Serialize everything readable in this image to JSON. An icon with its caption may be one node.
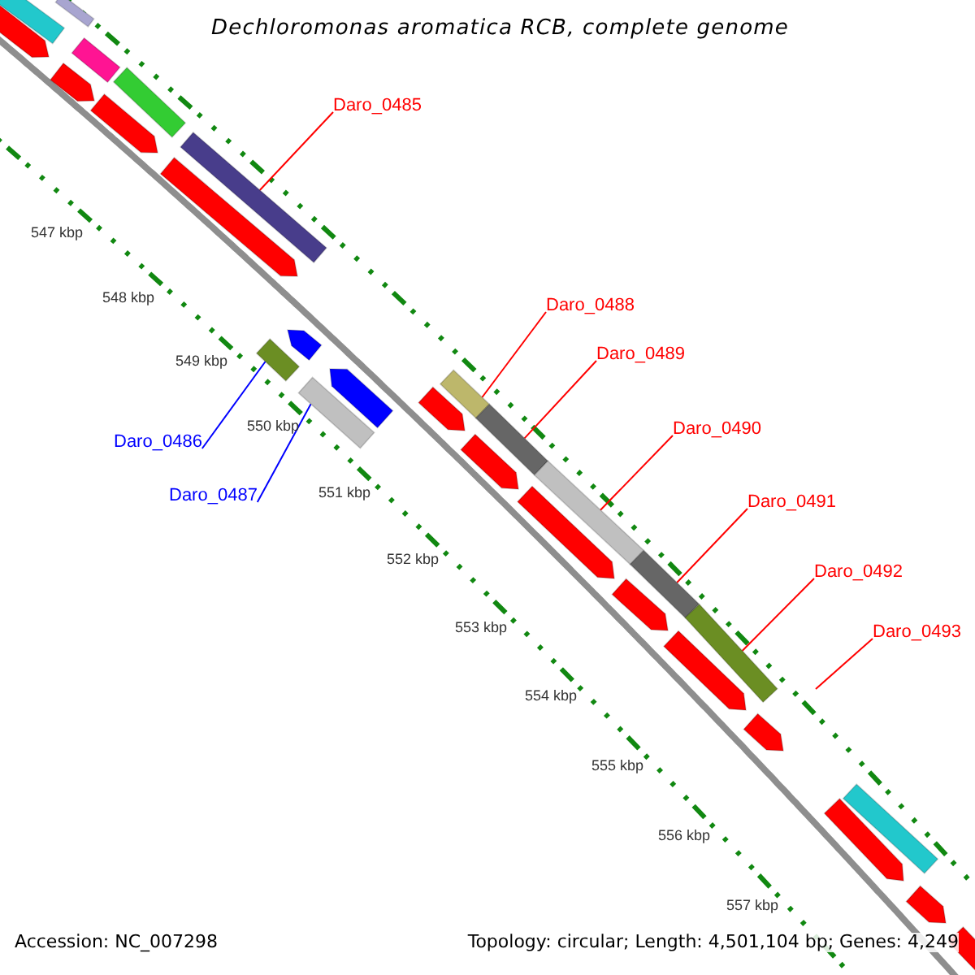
{
  "diagram": {
    "title": "Dechloromonas aromatica RCB, complete genome",
    "nodes": [
      {
        "text": [
          "Daro_0485"
        ]
      },
      {
        "text": [
          "Daro_0486"
        ]
      },
      {
        "text": [
          "Daro_0487"
        ]
      },
      {
        "text": [
          "Daro_0488"
        ]
      },
      {
        "text": [
          "Daro_0489"
        ]
      },
      {
        "text": [
          "Daro_0490"
        ]
      },
      {
        "text": [
          "Daro_0491"
        ]
      },
      {
        "text": [
          "Daro_0492"
        ]
      },
      {
        "text": [
          "Daro_0493"
        ]
      },
      {
        "text": [],
        "shape": "bar"
      },
      {
        "text": [],
        "shape": "bar"
      },
      {
        "text": [],
        "shape": "bar"
      },
      {
        "text": [],
        "shape": "bar"
      },
      {
        "text": [],
        "shape": "bar"
      },
      {
        "text": [],
        "shape": "bar"
      },
      {
        "text": [],
        "shape": "bar"
      },
      {
        "text": [],
        "shape": "bar"
      },
      {
        "text": [],
        "shape": "bar"
      },
      {
        "text": [],
        "shape": "bar"
      },
      {
        "text": [],
        "shape": "bar"
      },
      {
        "text": [],
        "shape": "bar"
      },
      {
        "text": [],
        "shape": "bar"
      },
      {
        "text": [],
        "shape": "bar"
      },
      {
        "text": [],
        "shape": "bar"
      },
      {
        "text": [],
        "shape": "bar"
      },
      {
        "text": [],
        "shape": "bar"
      },
      {
        "text": [],
        "shape": "bar"
      },
      {
        "text": [],
        "shape": "bar"
      },
      {
        "text": [],
        "shape": "bar"
      },
      {
        "text": [],
        "shape": "bar"
      },
      {
        "text": [],
        "shape": "bar"
      },
      {
        "text": [],
        "shape": "bar"
      },
      {
        "text": [],
        "shape": "bar"
      },
      {
        "text": [],
        "shape": "bar"
      },
      {
        "text": [],
        "shape": "bar"
      },
      {
        "text": [],
        "shape": "bar"
      },
      {
        "text": [],
        "shape": "bar"
      }
    ],
    "edges": [
      {
        "from": 0,
        "to": 16,
        "arrow": "none"
      },
      {
        "from": 1,
        "to": 19,
        "arrow": "none",
        "color": "#0000ff"
      },
      {
        "from": 2,
        "to": 21,
        "arrow": "none",
        "color": "#0000ff"
      },
      {
        "from": 3,
        "to": 22,
        "arrow": "none"
      },
      {
        "from": 4,
        "to": 24,
        "arrow": "none"
      },
      {
        "from": 5,
        "to": 26,
        "arrow": "none"
      },
      {
        "from": 6,
        "to": 28,
        "arrow": "none"
      },
      {
        "from": 7,
        "to": 30,
        "arrow": "none"
      },
      {
        "from": 8,
        "to": null,
        "arrow": "none"
      }
    ],
    "labels": [
      "547 kbp",
      "548 kbp",
      "549 kbp",
      "550 kbp",
      "551 kbp",
      "552 kbp",
      "553 kbp",
      "554 kbp",
      "555 kbp",
      "556 kbp",
      "557 kbp",
      "Accession: NC_007298",
      "Topology: circular; Length: 4,501,104 bp; Genes: 4,249"
    ]
  }
}
